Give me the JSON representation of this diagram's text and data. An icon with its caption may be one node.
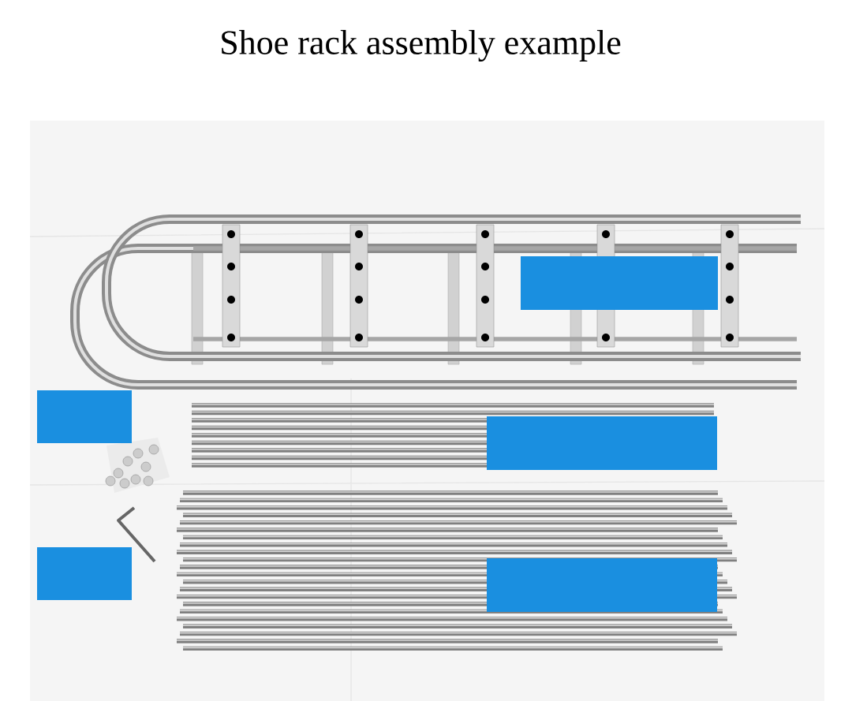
{
  "diagram": {
    "title": "Shoe rack assembly example",
    "nodes": [
      {
        "text": [],
        "shape": "box"
      },
      {
        "text": [],
        "shape": "box"
      },
      {
        "text": [],
        "shape": "box"
      },
      {
        "text": [],
        "shape": "box"
      },
      {
        "text": [],
        "shape": "box"
      }
    ]
  }
}
